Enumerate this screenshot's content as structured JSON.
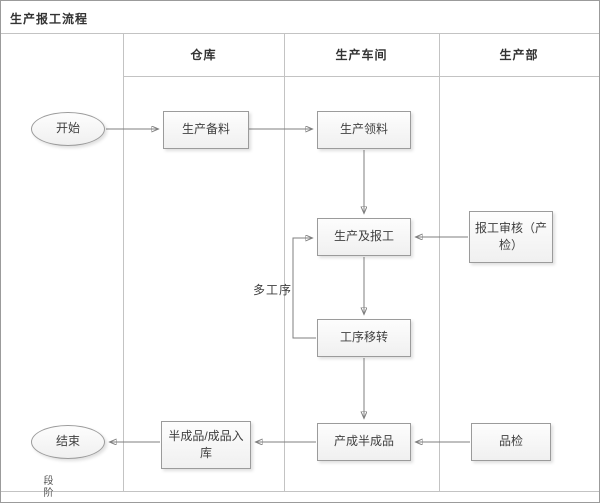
{
  "title": "生产报工流程",
  "side_label": "段阶",
  "lanes": [
    {
      "label": "仓库"
    },
    {
      "label": "生产车间"
    },
    {
      "label": "生产部"
    }
  ],
  "nodes": {
    "start": {
      "label": "开始"
    },
    "prep": {
      "label": "生产备料"
    },
    "pick": {
      "label": "生产领料"
    },
    "report": {
      "label": "生产及报工"
    },
    "audit": {
      "label": "报工审核（产检）"
    },
    "transfer": {
      "label": "工序移转"
    },
    "semi": {
      "label": "产成半成品"
    },
    "instock": {
      "label": "半成品/成品入库"
    },
    "qc": {
      "label": "品检"
    },
    "end": {
      "label": "结束"
    }
  },
  "edges": {
    "loop_label": "多工序"
  },
  "colors": {
    "node_border": "#9b9b9b",
    "lane_line": "#c3c3c3",
    "arrow": "#7f7f7f",
    "text": "#3f3f3f"
  }
}
